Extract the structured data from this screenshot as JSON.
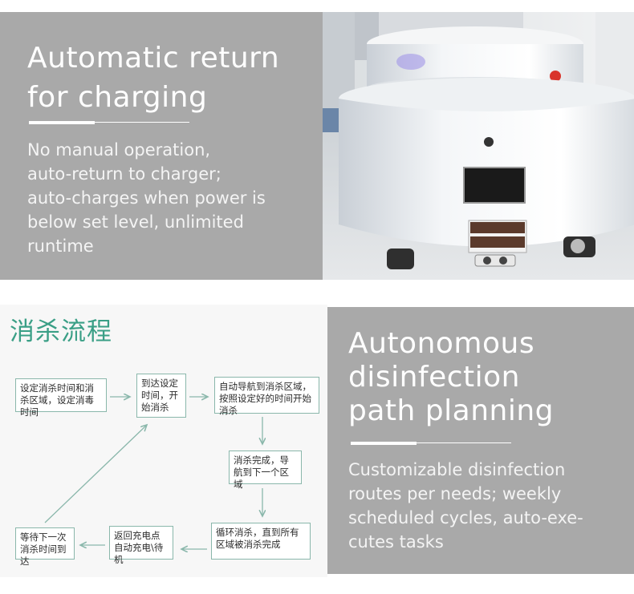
{
  "panel_charging": {
    "title_line1": "Automatic return",
    "title_line2": "for charging",
    "body_line1": "No manual operation,",
    "body_line2": "auto-return to charger;",
    "body_line3": "auto-charges when power is",
    "body_line4": "below set level, unlimited",
    "body_line5": "runtime"
  },
  "panel_path": {
    "title_line1": "Autonomous",
    "title_line2": "disinfection",
    "title_line3": "path planning",
    "body_line1": "Customizable disinfection",
    "body_line2": "routes per needs; weekly",
    "body_line3": "scheduled cycles, auto-exe-",
    "body_line4": "cutes tasks"
  },
  "flowchart": {
    "title": "消杀流程",
    "steps": [
      "设定消杀时间和消杀区域，设定消毒时间",
      "到达设定时间，开始消杀",
      "自动导航到消杀区域，按照设定好的时间开始消杀",
      "消杀完成，导航到下一个区域",
      "循环消杀，直到所有区域被消杀完成",
      "返回充电点自动充电\\待机",
      "等待下一次消杀时间到达"
    ]
  },
  "colors": {
    "panel_bg": "#a9a9a9",
    "flow_title": "#3a9f86",
    "flow_border": "#8ab7ab",
    "arrow": "#8ab7ab"
  }
}
